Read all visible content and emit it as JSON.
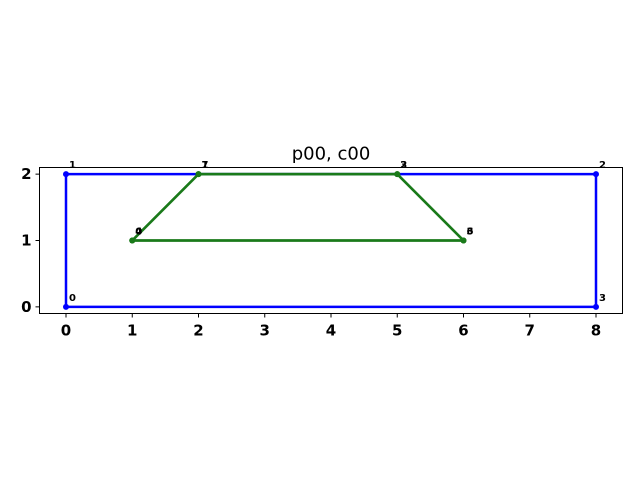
{
  "chart_data": {
    "type": "line",
    "title": "p00, c00",
    "xlabel": "",
    "ylabel": "",
    "xlim": [
      -0.4,
      8.4
    ],
    "ylim": [
      -0.1,
      2.1
    ],
    "xticks": [
      0,
      1,
      2,
      3,
      4,
      5,
      6,
      7,
      8
    ],
    "yticks": [
      0,
      1,
      2
    ],
    "grid": false,
    "series": [
      {
        "color": "#0000ff",
        "closed": true,
        "points": [
          {
            "x": 0,
            "y": 0,
            "label": "0"
          },
          {
            "x": 0,
            "y": 2,
            "label": "1"
          },
          {
            "x": 8,
            "y": 2,
            "label": "2"
          },
          {
            "x": 8,
            "y": 0,
            "label": "3"
          }
        ]
      },
      {
        "color": "#1a7a1a",
        "closed": true,
        "points": [
          {
            "x": 1,
            "y": 1,
            "label": "0"
          },
          {
            "x": 2,
            "y": 2,
            "label": "1"
          },
          {
            "x": 5,
            "y": 2,
            "label": "2"
          },
          {
            "x": 6,
            "y": 1,
            "label": "3"
          }
        ]
      },
      {
        "color": "#1a7a1a",
        "closed": true,
        "points": [
          {
            "x": 1,
            "y": 1,
            "label": "4"
          },
          {
            "x": 2,
            "y": 2,
            "label": "7"
          },
          {
            "x": 5,
            "y": 2,
            "label": "3"
          },
          {
            "x": 6,
            "y": 1,
            "label": "6"
          }
        ]
      }
    ]
  }
}
